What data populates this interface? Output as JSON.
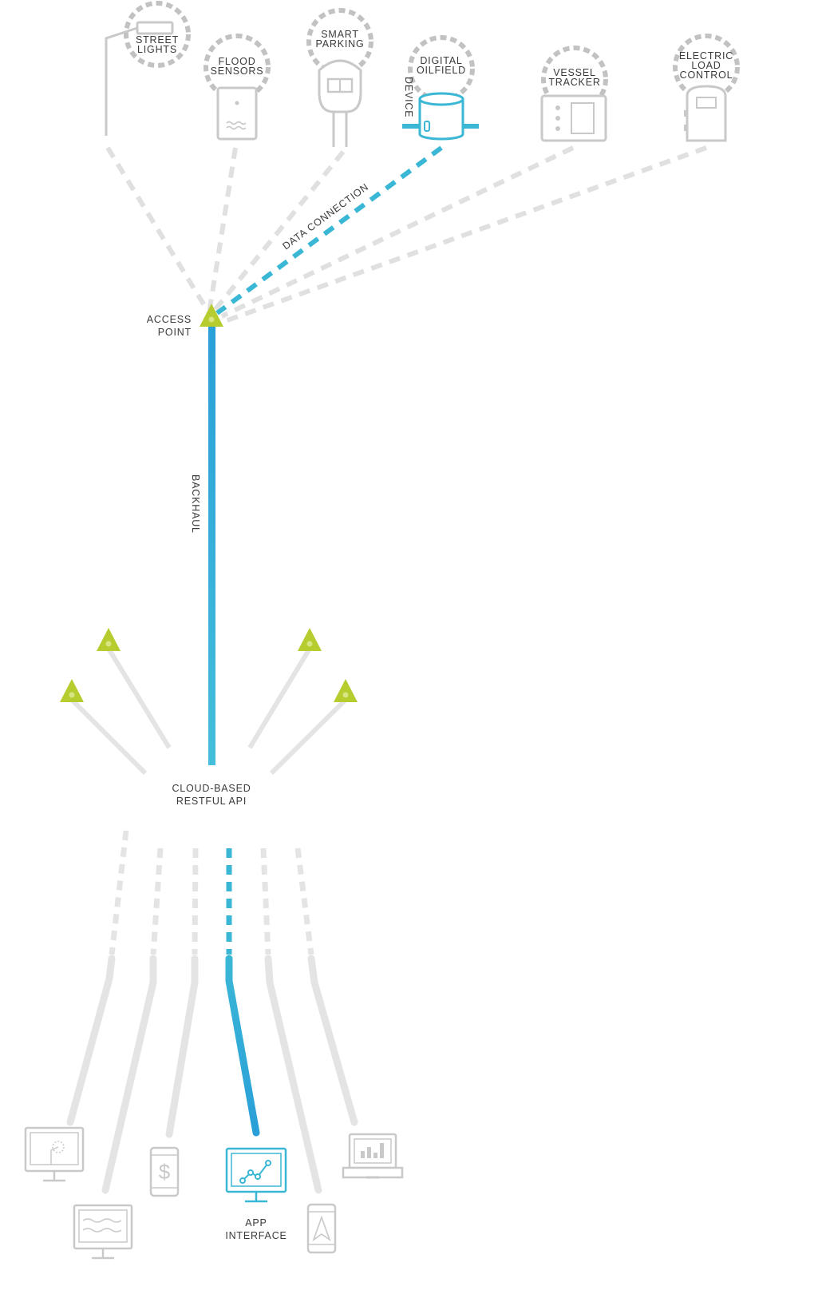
{
  "colors": {
    "accent": "#3bb7d6",
    "backhaul": "#27a3d8",
    "access_point": "#b6cc2f",
    "inactive": "#c9c9c9",
    "inactive_light": "#e4e4e4",
    "text": "#3a3a3a"
  },
  "devices": [
    {
      "id": "street-lights",
      "label": [
        "STREET",
        "LIGHTS"
      ],
      "icon": "street-light-icon",
      "active": false
    },
    {
      "id": "flood-sensors",
      "label": [
        "FLOOD",
        "SENSORS"
      ],
      "icon": "flood-sensor-icon",
      "active": false
    },
    {
      "id": "smart-parking",
      "label": [
        "SMART",
        "PARKING"
      ],
      "icon": "parking-meter-icon",
      "active": false
    },
    {
      "id": "digital-oilfield",
      "label": [
        "DIGITAL",
        "OILFIELD"
      ],
      "icon": "oil-tank-icon",
      "active": true
    },
    {
      "id": "vessel-tracker",
      "label": [
        "VESSEL",
        "TRACKER"
      ],
      "icon": "tracker-box-icon",
      "active": false
    },
    {
      "id": "electric-load-control",
      "label": [
        "ELECTRIC",
        "LOAD",
        "CONTROL"
      ],
      "icon": "load-control-box-icon",
      "active": false
    }
  ],
  "labels": {
    "device": "DEVICE",
    "data_connection": "DATA CONNECTION",
    "access_point": [
      "ACCESS",
      "POINT"
    ],
    "backhaul": "BACKHAUL",
    "cloud_api": [
      "CLOUD-BASED",
      "RESTFUL API"
    ],
    "app_interface": [
      "APP",
      "INTERFACE"
    ]
  },
  "clients": [
    {
      "id": "desktop-map",
      "icon": "desktop-monitor-icon",
      "active": false
    },
    {
      "id": "desktop-wave",
      "icon": "desktop-wave-icon",
      "active": false
    },
    {
      "id": "phone-dollar",
      "icon": "phone-dollar-icon",
      "active": false
    },
    {
      "id": "app-interface",
      "icon": "app-chart-monitor-icon",
      "active": true
    },
    {
      "id": "phone-navigation",
      "icon": "phone-navigation-icon",
      "active": false
    },
    {
      "id": "laptop-bars",
      "icon": "laptop-bar-chart-icon",
      "active": false
    }
  ]
}
